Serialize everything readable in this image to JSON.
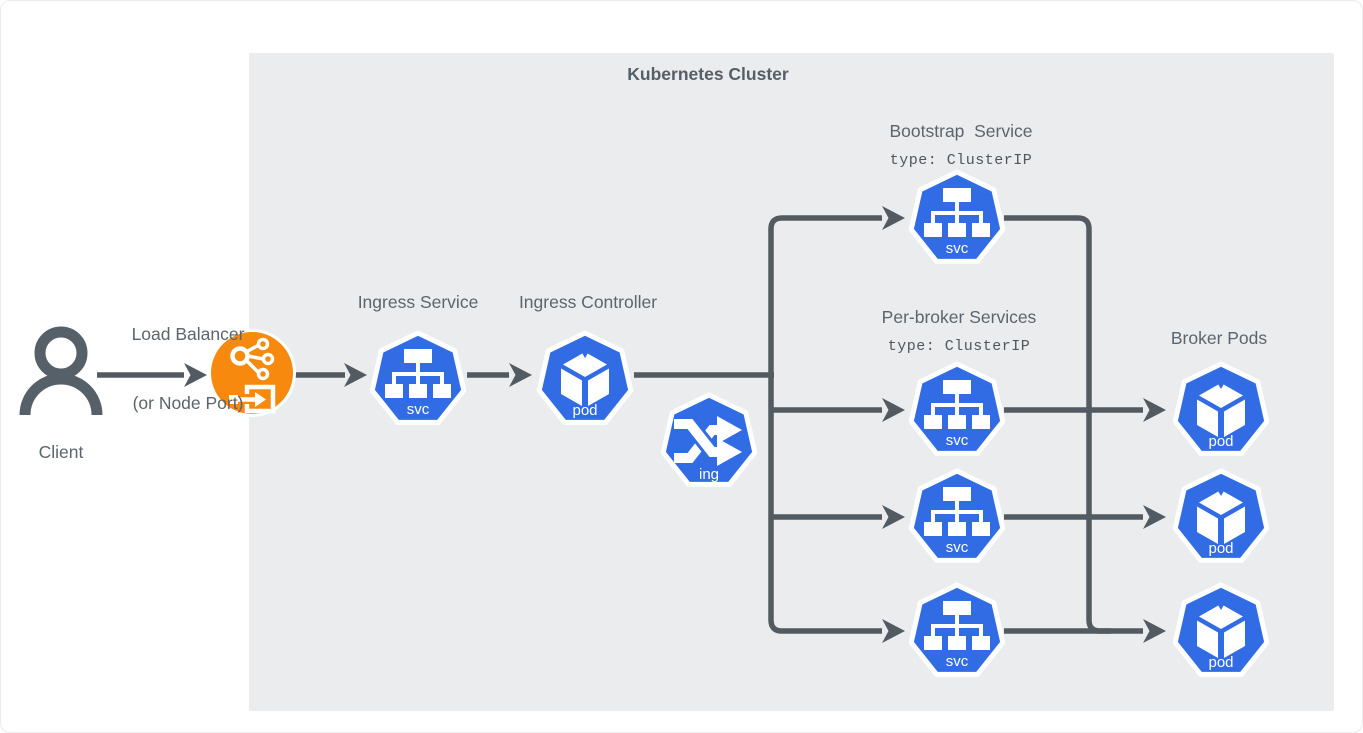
{
  "diagram_title": "Kubernetes Cluster",
  "client": {
    "label": "Client",
    "icon": "person-icon"
  },
  "load_balancer": {
    "label_line1": "Load Balancer",
    "label_line2": "(or Node Port)",
    "icons": [
      "network-share-icon",
      "import-arrow-icon"
    ]
  },
  "ingress_service": {
    "label": "Ingress Service",
    "badge": "svc",
    "icon": "service-tree-icon"
  },
  "ingress_controller": {
    "label": "Ingress Controller",
    "badge": "pod",
    "icon": "pod-cube-icon"
  },
  "ingress_resource": {
    "badge": "ing",
    "icon": "shuffle-arrows-icon"
  },
  "bootstrap_service": {
    "label": "Bootstrap  Service",
    "type_annotation": "type: ClusterIP",
    "badge": "svc",
    "icon": "service-tree-icon"
  },
  "per_broker_services": {
    "label": "Per-broker Services",
    "type_annotation": "type: ClusterIP",
    "badge": "svc",
    "icon": "service-tree-icon",
    "count": 3
  },
  "broker_pods": {
    "label": "Broker Pods",
    "badge": "pod",
    "icon": "pod-cube-icon",
    "count": 3
  },
  "colors": {
    "kubernetes_blue": "#326ce5",
    "load_balancer_orange": "#f6890e",
    "connector_gray": "#525b62",
    "cluster_background": "#ebeced",
    "label_text": "#5b656e"
  }
}
